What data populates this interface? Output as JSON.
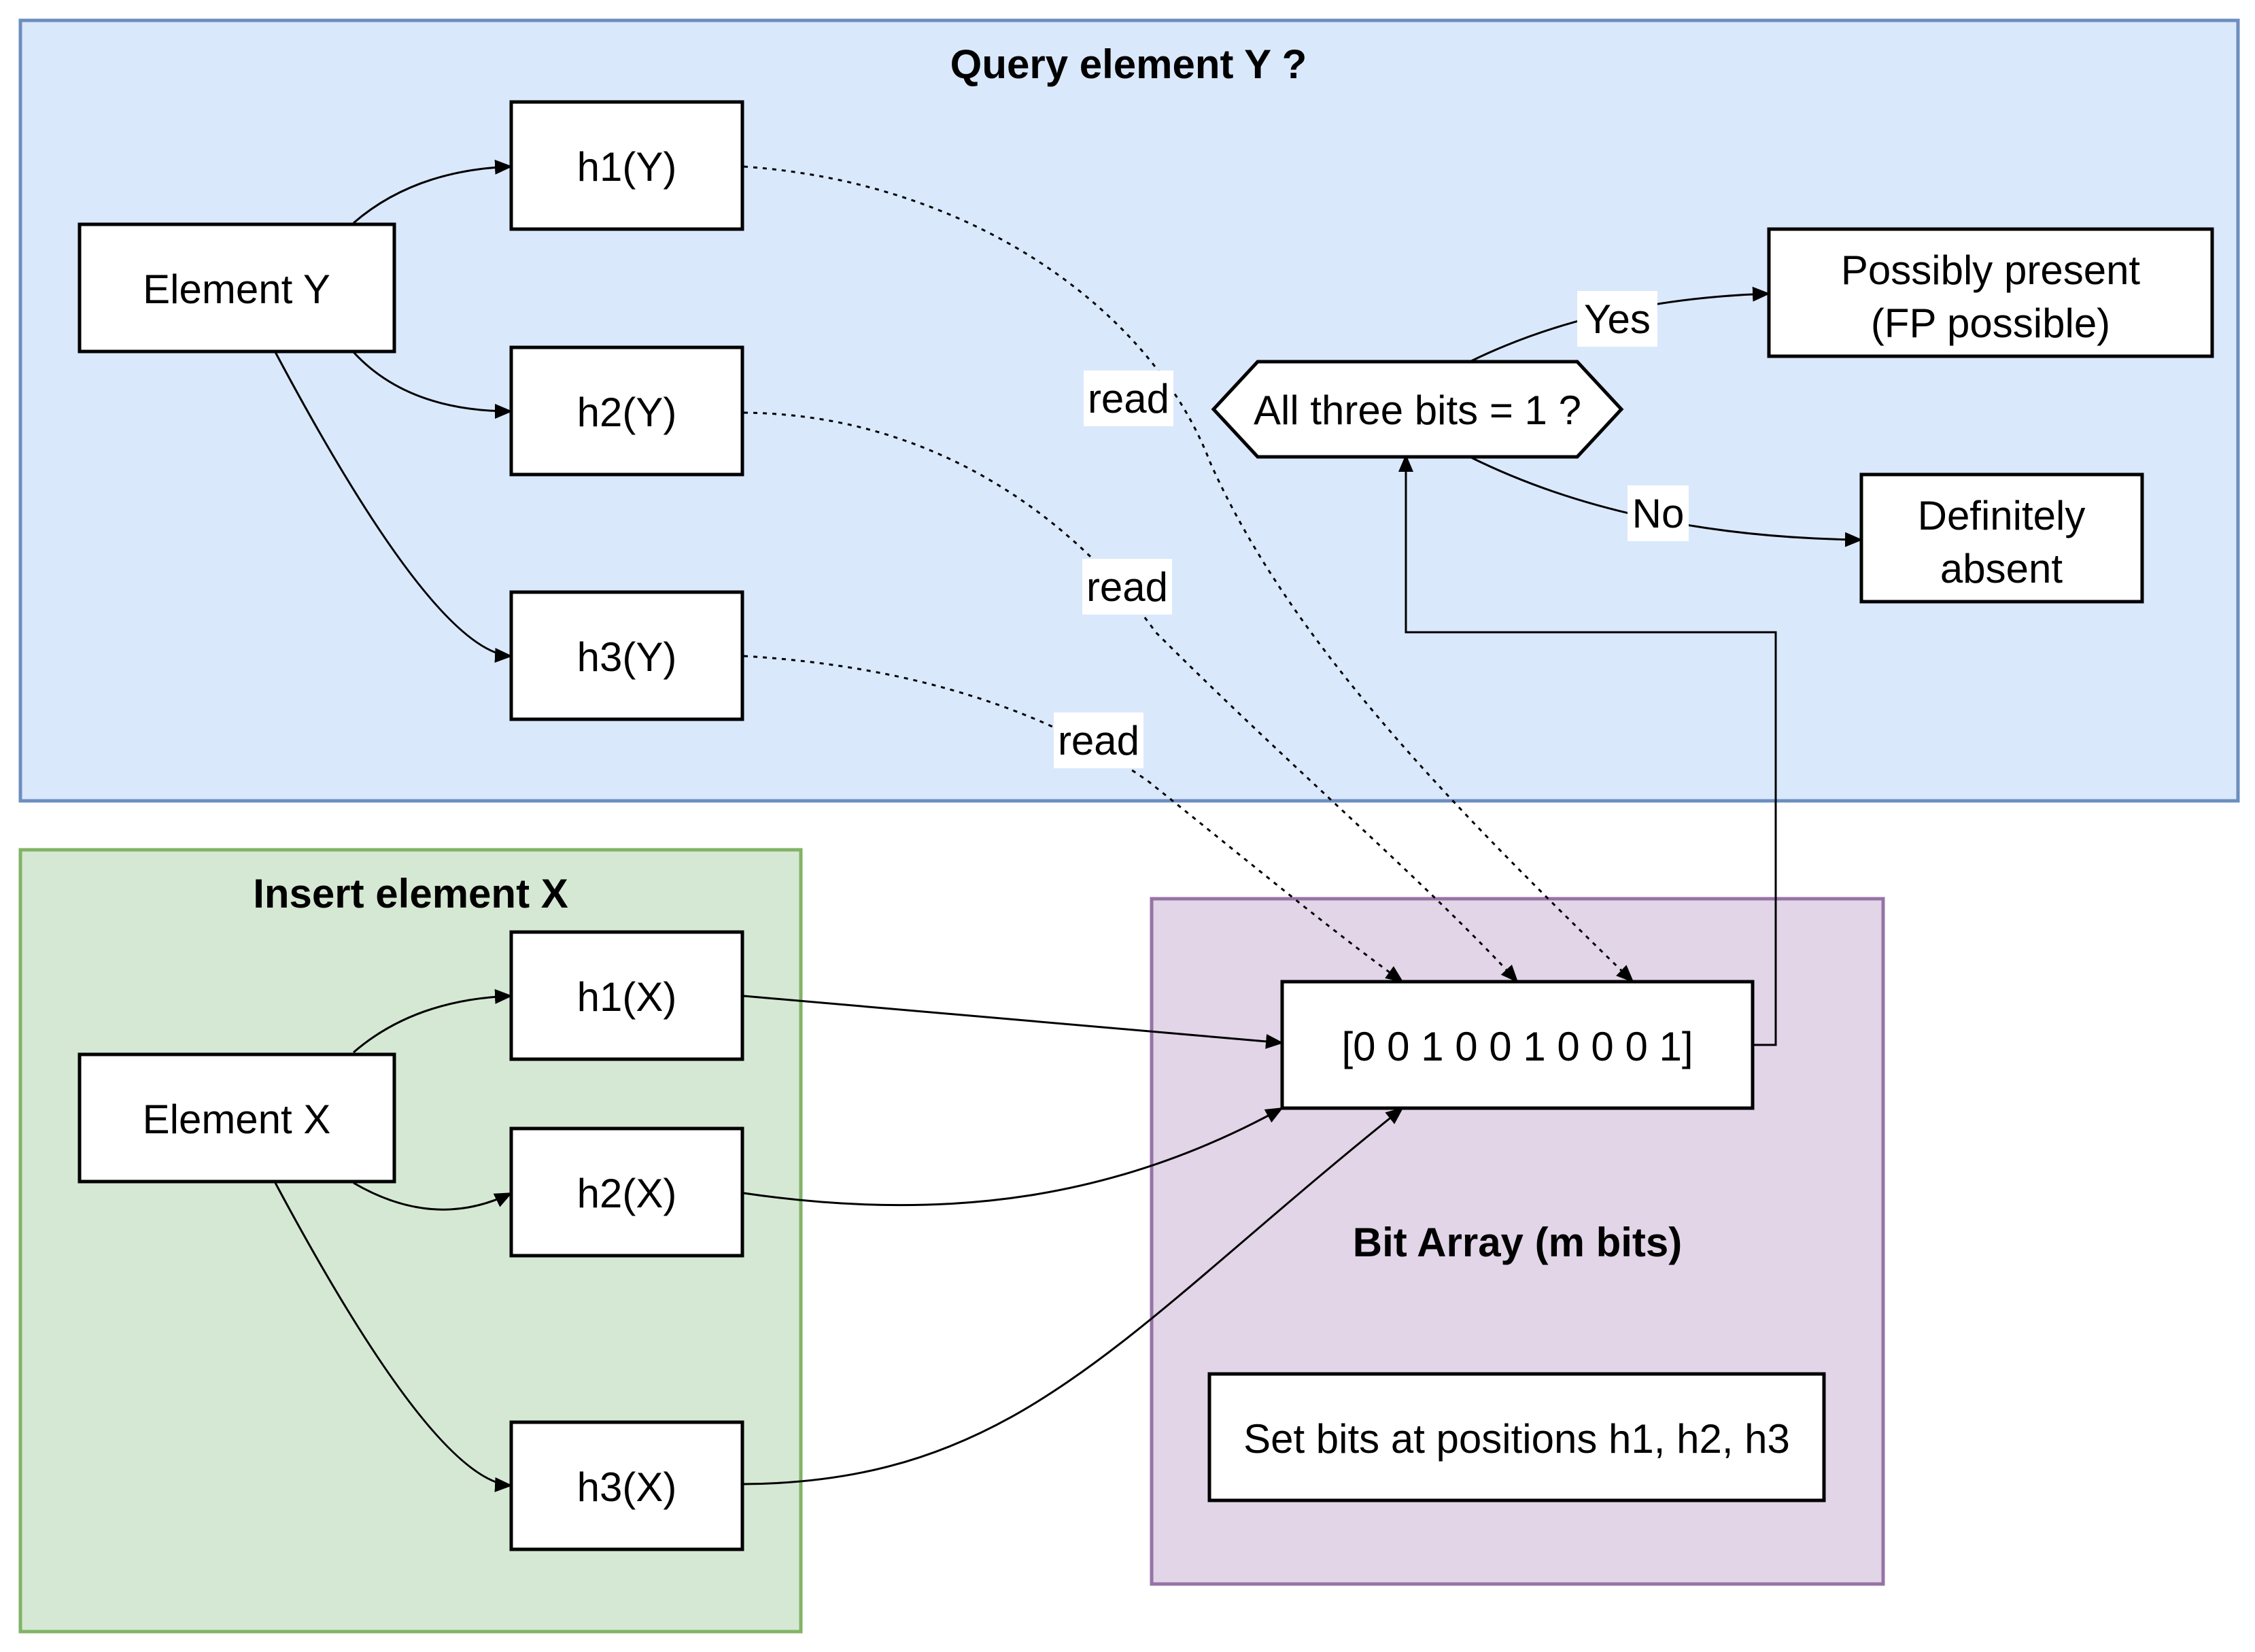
{
  "groups": {
    "query": {
      "title": "Query element Y ?",
      "fill": "#dae8fc",
      "stroke": "#6c8ebf"
    },
    "insert": {
      "title": "Insert element X",
      "fill": "#d5e8d4",
      "stroke": "#82b366"
    },
    "bitarray": {
      "title": "Bit Array (m bits)",
      "fill": "#e1d5e7",
      "stroke": "#9673a6"
    }
  },
  "nodes": {
    "element_y": "Element Y",
    "h1_y": "h1(Y)",
    "h2_y": "h2(Y)",
    "h3_y": "h3(Y)",
    "decision": "All three bits = 1 ?",
    "possibly_present_line1": "Possibly present",
    "possibly_present_line2": "(FP possible)",
    "definitely_absent_line1": "Definitely",
    "definitely_absent_line2": "absent",
    "element_x": "Element X",
    "h1_x": "h1(X)",
    "h2_x": "h2(X)",
    "h3_x": "h3(X)",
    "bit_array": "[0 0 1 0 0 1 0 0 0 1]",
    "set_bits": "Set bits at positions h1, h2, h3"
  },
  "edge_labels": {
    "read1": "read",
    "read2": "read",
    "read3": "read",
    "yes": "Yes",
    "no": "No"
  }
}
